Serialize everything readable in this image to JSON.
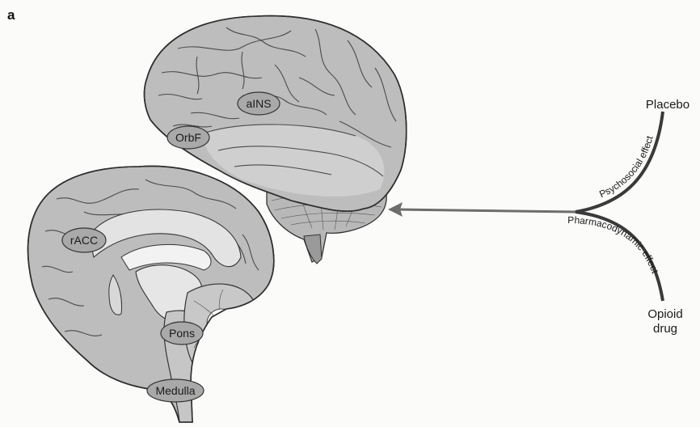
{
  "figure": {
    "panel_letter": "a",
    "regions": {
      "ains": "aINS",
      "orbf": "OrbF",
      "racc": "rACC",
      "pons": "Pons",
      "medulla": "Medulla"
    },
    "inputs": {
      "placebo": "Placebo",
      "opioid_line1": "Opioid",
      "opioid_line2": "drug"
    },
    "pathways": {
      "psychosocial": "Psychosocial effect",
      "pharmacodynamic": "Pharmacodynamic effect"
    },
    "colors": {
      "brain_fill": "#bdbdbd",
      "brain_dark": "#8e8e8e",
      "brain_light": "#e4e4e4",
      "label_fill": "#a9a9a9",
      "arrow": "#6d6d6d",
      "curve": "#3a3a3a"
    }
  }
}
